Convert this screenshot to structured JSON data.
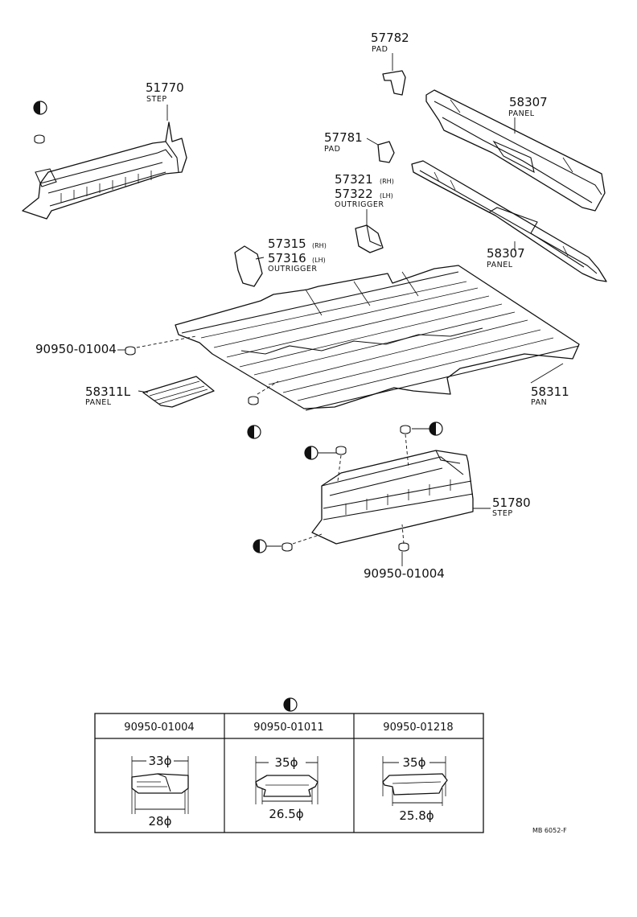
{
  "parts": {
    "p51770": {
      "number": "51770",
      "name": "STEP"
    },
    "p57782": {
      "number": "57782",
      "name": "PAD"
    },
    "p58307a": {
      "number": "58307",
      "name": "PANEL"
    },
    "p57781": {
      "number": "57781",
      "name": "PAD"
    },
    "p57321": {
      "number": "57321",
      "suffix": "(RH)"
    },
    "p57322": {
      "number": "57322",
      "suffix": "(LH)",
      "name": "OUTRIGGER"
    },
    "p57315": {
      "number": "57315",
      "suffix": "(RH)"
    },
    "p57316": {
      "number": "57316",
      "suffix": "(LH)",
      "name": "OUTRIGGER"
    },
    "p58307b": {
      "number": "58307",
      "name": "PANEL"
    },
    "plug1": {
      "number": "90950-01004"
    },
    "p58311": {
      "number": "58311",
      "name": "PAN"
    },
    "p58311L": {
      "number": "58311L",
      "name": "PANEL"
    },
    "p51780": {
      "number": "51780",
      "name": "STEP"
    },
    "plug2": {
      "number": "90950-01004"
    }
  },
  "plug_table": {
    "columns": [
      {
        "part": "90950-01004",
        "top_dim": "33ϕ",
        "bottom_dim": "28ϕ"
      },
      {
        "part": "90950-01011",
        "top_dim": "35ϕ",
        "bottom_dim": "26.5ϕ"
      },
      {
        "part": "90950-01218",
        "top_dim": "35ϕ",
        "bottom_dim": "25.8ϕ"
      }
    ]
  },
  "figure_code": "MB 6052-F"
}
